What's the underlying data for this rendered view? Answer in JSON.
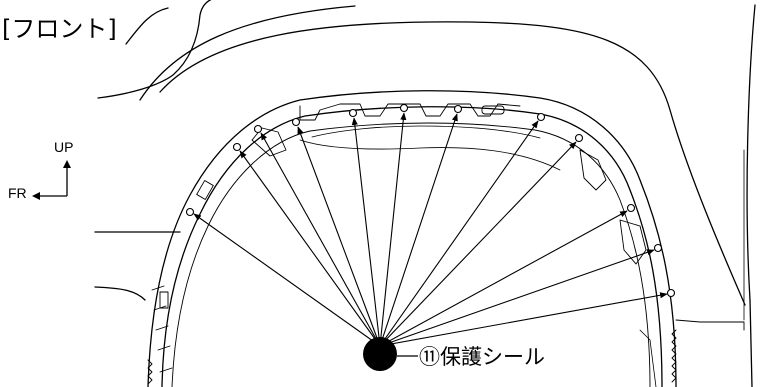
{
  "diagram": {
    "view_label": "[フロント]",
    "part_label": "⑪保護シール",
    "direction": {
      "up": "UP",
      "fr": "FR"
    },
    "marker_color": "#000000",
    "line_color": "#000000"
  }
}
